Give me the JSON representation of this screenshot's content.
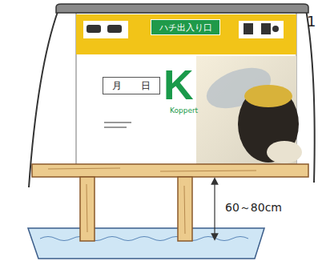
{
  "diagram": {
    "nodes": [
      {
        "text": [
          "ハチ出入り口"
        ]
      },
      {
        "text": [
          "月 日"
        ]
      }
    ],
    "labels": [
      "K",
      "Koppert",
      "60～80cm",
      "1"
    ]
  }
}
